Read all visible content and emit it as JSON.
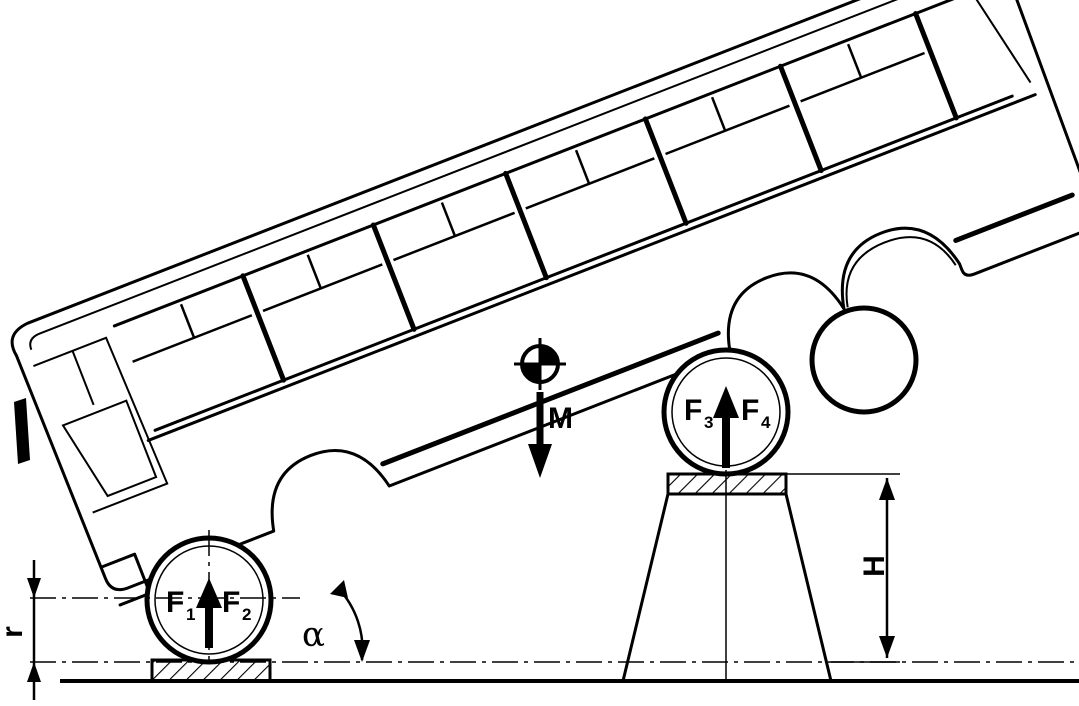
{
  "labels": {
    "f1": "F",
    "f1_sub": "1",
    "f2": "F",
    "f2_sub": "2",
    "f3": "F",
    "f3_sub": "3",
    "f4": "F",
    "f4_sub": "4",
    "mass": "M",
    "height": "H",
    "radius": "r",
    "angle": "α"
  }
}
